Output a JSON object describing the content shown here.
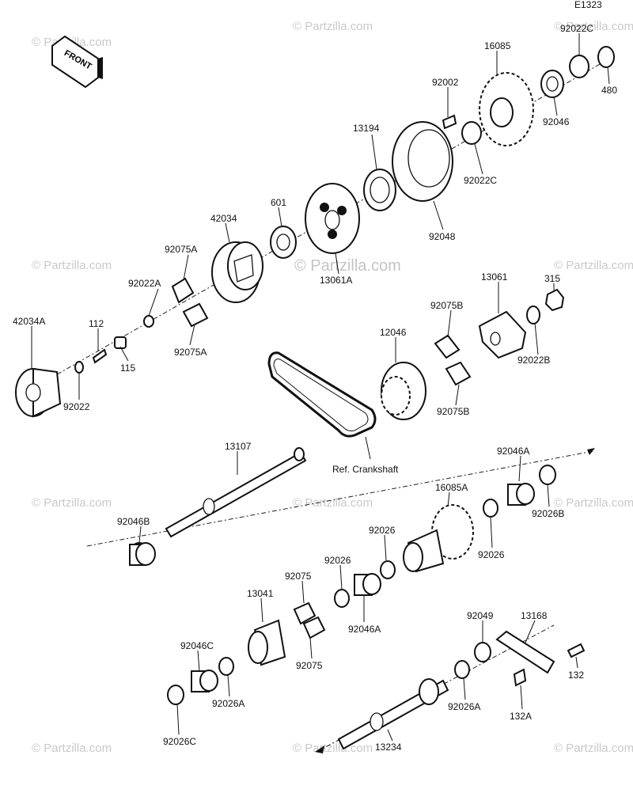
{
  "figure_code": "E1323",
  "front_label": "FRONT",
  "watermark": "© Partzilla.com",
  "watermark_center": "© Partzilla.com",
  "ref_label": "Ref. Crankshaft",
  "parts": {
    "p42034A": "42034A",
    "p112": "112",
    "p115": "115",
    "p92022": "92022",
    "p92022A": "92022A",
    "p92075A_top": "92075A",
    "p92075A_bottom": "92075A",
    "p42034": "42034",
    "p601": "601",
    "p13061A": "13061A",
    "p13194": "13194",
    "p92048": "92048",
    "p92002": "92002",
    "p92022C_mid": "92022C",
    "p16085": "16085",
    "p92046": "92046",
    "p92022C_top": "92022C",
    "p480": "480",
    "p315": "315",
    "p13061": "13061",
    "p92075B_top": "92075B",
    "p92075B_bottom": "92075B",
    "p92022B": "92022B",
    "p12046": "12046",
    "p13107": "13107",
    "p92046B": "92046B",
    "p92046A_right": "92046A",
    "p16085A": "16085A",
    "p92026_right": "92026",
    "p92026B": "92026B",
    "p92026_top": "92026",
    "p92026_mid": "92026",
    "p92046A_mid": "92046A",
    "p92075_top": "92075",
    "p92075_bottom": "92075",
    "p13041": "13041",
    "p92046C": "92046C",
    "p92026A_left": "92026A",
    "p92026C": "92026C",
    "p92049": "92049",
    "p13168": "13168",
    "p132": "132",
    "p132A": "132A",
    "p92026A_bottom": "92026A",
    "p13234": "13234"
  }
}
